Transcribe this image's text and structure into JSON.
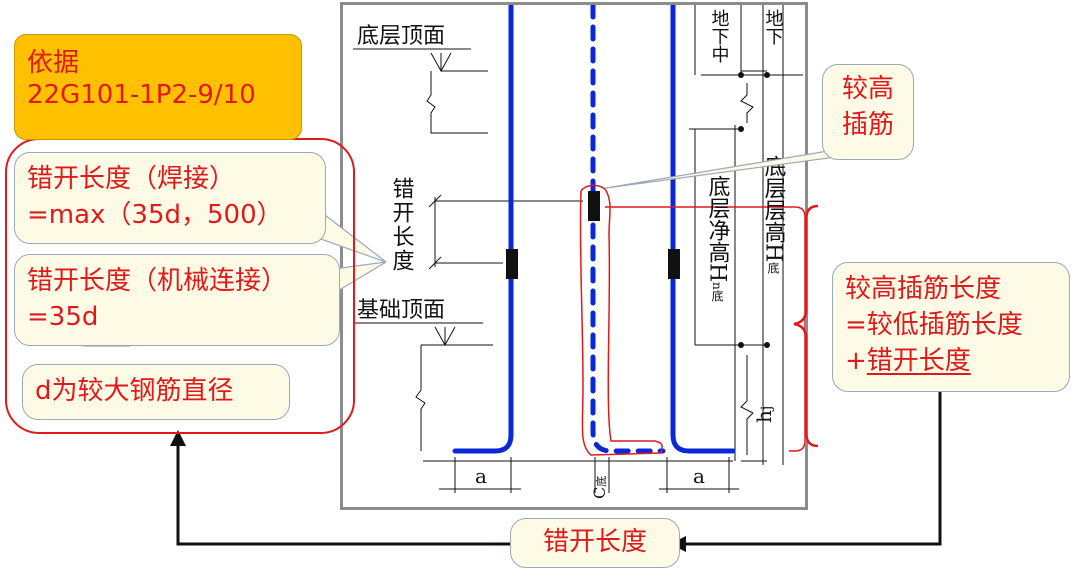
{
  "basis_box": {
    "line1": "依据",
    "line2": "22G101-1P2-9/10"
  },
  "weld_box": {
    "line1": "错开长度（焊接）",
    "line2": "=max（35d，500）"
  },
  "mech_box": {
    "line1": "错开长度（机械连接）",
    "line2": "=35d"
  },
  "d_box": {
    "text": "d为较大钢筋直径"
  },
  "higher_box": {
    "line1": "较高",
    "line2": "插筋"
  },
  "length_box": {
    "line1": "较高插筋长度",
    "line2": "=较低插筋长度",
    "line3": "+错开长度"
  },
  "bottom_box": {
    "text": "错开长度"
  },
  "drawing": {
    "bottom_floor_top": "底层顶面",
    "foundation_top": "基础顶面",
    "offset_length": "错开长度",
    "ground_mid_1": "地下中",
    "ground_mid_2": "地下",
    "clear_height": "底层净高H",
    "clear_height_sub": "n底",
    "floor_height": "底层层高H",
    "floor_height_sub": "底",
    "hj": "h",
    "hj_sub": "j",
    "dim_a_left": "a",
    "dim_a_right": "a",
    "dim_c": "C",
    "dim_c_sub": "底"
  },
  "colors": {
    "rebar": "#0a28d8",
    "red": "#e0191b",
    "callout_fill": "#fdfbe6",
    "basis_fill": "#ffc000"
  }
}
